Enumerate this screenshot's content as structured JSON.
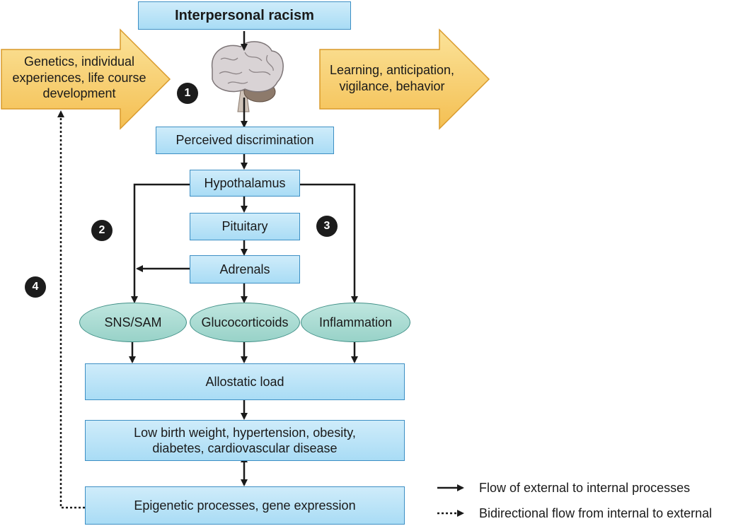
{
  "title": "Interpersonal racism",
  "left_arrow_text": "Genetics, individual experiences, life course development",
  "right_arrow_text": "Learning, anticipation, vigilance, behavior",
  "brain_icon": "brain-icon",
  "nodes": {
    "perceived": "Perceived discrimination",
    "hypothalamus": "Hypothalamus",
    "pituitary": "Pituitary",
    "adrenals": "Adrenals",
    "sns": "SNS/SAM",
    "glucocorticoids": "Glucocorticoids",
    "inflammation": "Inflammation",
    "allostatic": "Allostatic load",
    "outcomes": "Low birth weight, hypertension, obesity, diabetes, cardiovascular disease",
    "epigenetic": "Epigenetic processes, gene expression"
  },
  "badges": [
    "1",
    "2",
    "3",
    "4"
  ],
  "legend": {
    "solid": "Flow of external to internal processes",
    "dotted": "Bidirectional flow from internal to external"
  },
  "colors": {
    "box_fill": "#b9e3f7",
    "box_border": "#3d8fc4",
    "ellipse_fill": "#a8dbd2",
    "arrow_fill": "#f8cd6c",
    "arrow_border": "#d99a2b"
  }
}
